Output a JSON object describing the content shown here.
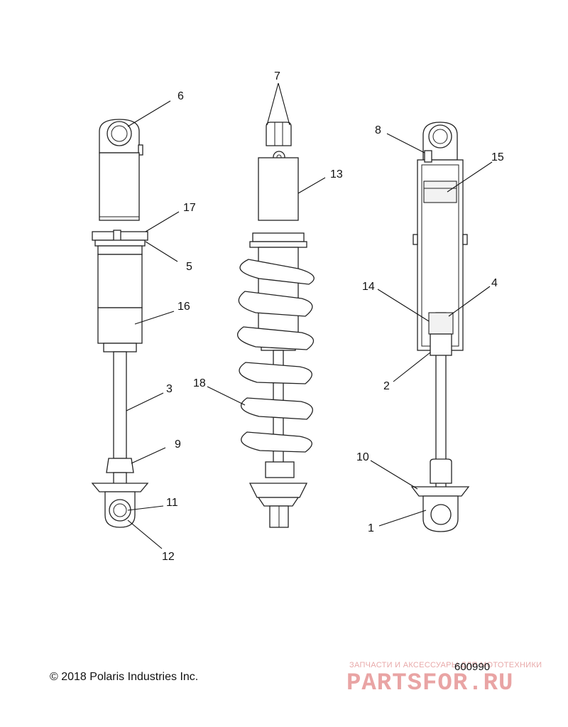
{
  "callouts": {
    "c1": "1",
    "c2": "2",
    "c3": "3",
    "c4": "4",
    "c5": "5",
    "c6": "6",
    "c7": "7",
    "c8": "8",
    "c9": "9",
    "c10": "10",
    "c11": "11",
    "c12": "12",
    "c13": "13",
    "c14": "14",
    "c15": "15",
    "c16": "16",
    "c17": "17",
    "c18": "18"
  },
  "footer": {
    "copyright": "© 2018 Polaris Industries Inc.",
    "figure_id": "600990"
  },
  "watermark": {
    "caption": "ЗАПЧАСТИ И АКСЕССУАРЫ ДЛЯ МОТОТЕХНИКИ",
    "logo": "PARTSFOR.RU"
  }
}
